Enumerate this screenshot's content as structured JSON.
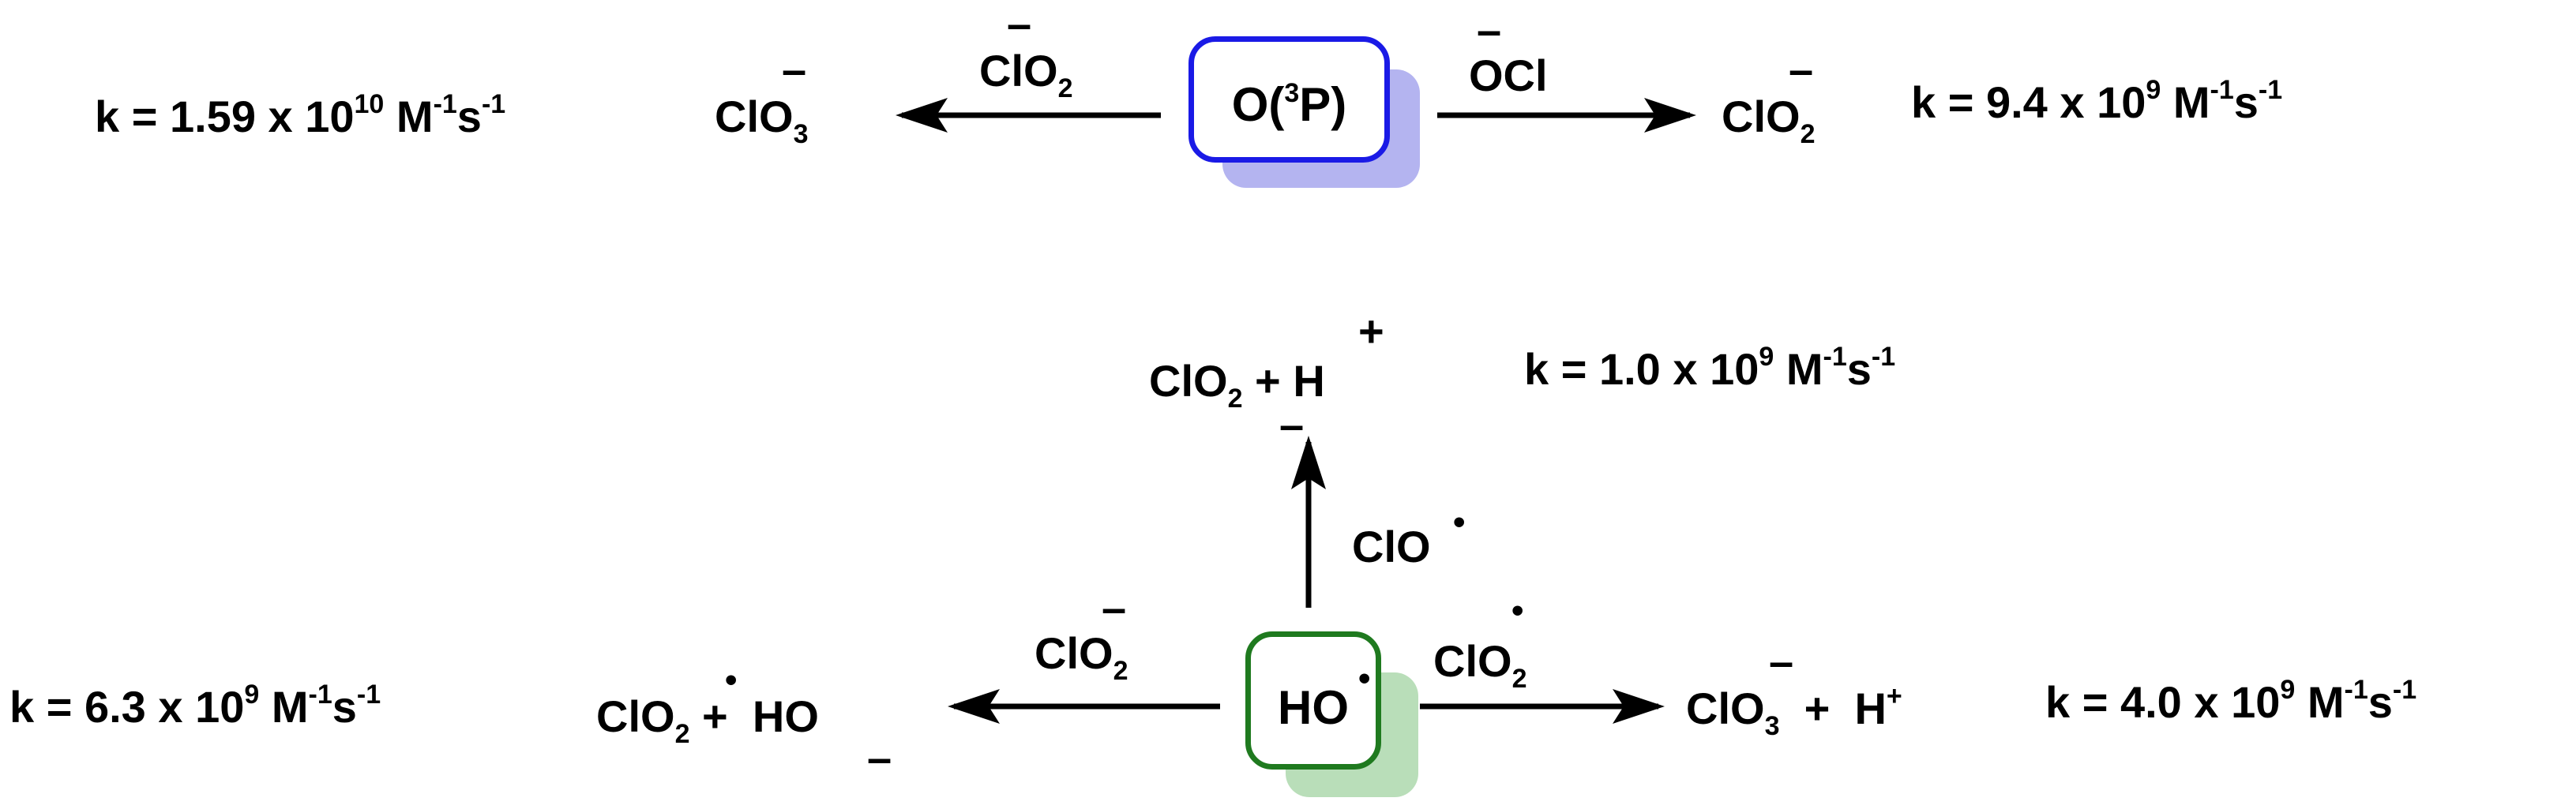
{
  "top": {
    "center": {
      "base": "O(",
      "sup": "3",
      "tail": "P)",
      "border_color": "#1a1ae6",
      "shadow_color": "#b4b4f0"
    },
    "left_arrow_label": {
      "base": "ClO",
      "sub": "2",
      "charge": "–"
    },
    "left_product": {
      "base": "ClO",
      "sub": "3",
      "charge": "–"
    },
    "left_rate": {
      "a": "k = 1.59 x 10",
      "exp": "10",
      "b": " M",
      "m_exp": "-1",
      "c": "s",
      "s_exp": "-1"
    },
    "right_arrow_label": {
      "base": "OCl",
      "charge": "–"
    },
    "right_product": {
      "base": "ClO",
      "sub": "2",
      "charge": "–"
    },
    "right_rate": {
      "a": "k = 9.4 x 10",
      "exp": "9",
      "b": " M",
      "m_exp": "-1",
      "c": "s",
      "s_exp": "-1"
    }
  },
  "bottom": {
    "center": {
      "base": "HO",
      "radical": "•",
      "border_color": "#1f7a1f",
      "shadow_color": "#b9deb9"
    },
    "up_arrow_label": {
      "base": "ClO",
      "radical": "•"
    },
    "up_product": {
      "a": "ClO",
      "a_sub": "2",
      "a_charge": "–",
      "plus": "+",
      "b": "H",
      "b_charge": "+"
    },
    "up_rate": {
      "a": "k = 1.0 x 10",
      "exp": "9",
      "b": " M",
      "m_exp": "-1",
      "c": "s",
      "s_exp": "-1"
    },
    "left_arrow_label": {
      "base": "ClO",
      "sub": "2",
      "charge": "–"
    },
    "left_product": {
      "a": "ClO",
      "a_sub": "2",
      "a_radical": "•",
      "plus": "+",
      "b": "HO",
      "b_charge": "–"
    },
    "left_rate": {
      "a": "k = 6.3 x 10",
      "exp": "9",
      "b": " M",
      "m_exp": "-1",
      "c": "s",
      "s_exp": "-1"
    },
    "right_arrow_label": {
      "base": "ClO",
      "sub": "2",
      "radical": "•"
    },
    "right_product": {
      "a": "ClO",
      "a_sub": "3",
      "a_charge": "–",
      "plus": "+",
      "b": "H",
      "b_charge": "+"
    },
    "right_rate": {
      "a": "k = 4.0 x 10",
      "exp": "9",
      "b": " M",
      "m_exp": "-1",
      "c": "s",
      "s_exp": "-1"
    }
  }
}
